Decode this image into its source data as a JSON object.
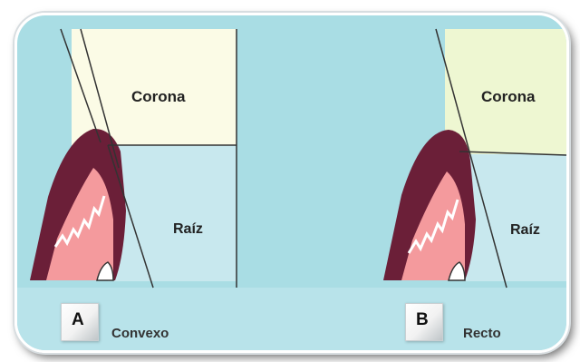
{
  "panels": [
    {
      "letter": "A",
      "caption": "Convexo",
      "crown_label": "Corona",
      "root_label": "Raíz"
    },
    {
      "letter": "B",
      "caption": "Recto",
      "crown_label": "Corona",
      "root_label": "Raíz"
    }
  ],
  "colors": {
    "background": "#a9dde4",
    "crown": "#fbfbe6",
    "gingiva_dark": "#6b1f38",
    "bone": "#f49a9d",
    "root_region": "#c8e8ee"
  }
}
